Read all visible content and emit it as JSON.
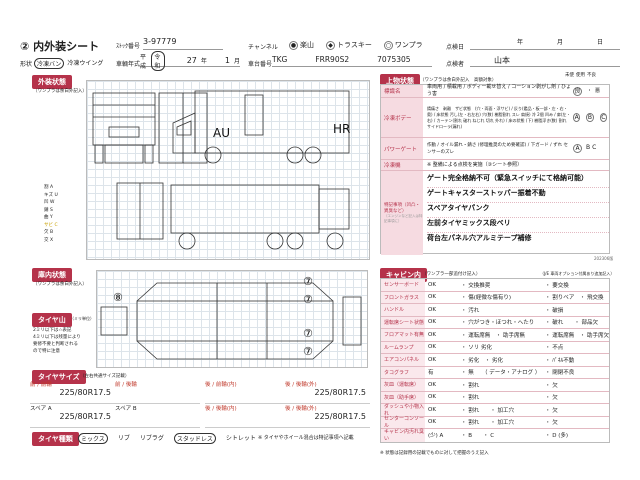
{
  "header": {
    "number": "②",
    "title": "内外装シート",
    "stock_label": "ｽﾄｯｸ番号",
    "stock_no": "3-97779",
    "channel_label": "チャンネル",
    "channels": [
      "楽山",
      "トラスキー",
      "ワンプラ"
    ],
    "inspection_date_label": "点検日",
    "date_year": "年",
    "date_month": "月",
    "date_day": "日",
    "shape_label": "形状",
    "shape_options": [
      "冷凍バン",
      "冷凍ウイング"
    ],
    "model_year_label": "車輌年式",
    "era": "平成",
    "era_alt": "令和",
    "year_value": "27",
    "year_unit": "年",
    "month_value": "1",
    "month_unit": "月",
    "vehicle_no_label": "車台番号",
    "vehicle_prefix": "TKG",
    "vehicle_model": "FRR90S2",
    "vehicle_serial": "7075305",
    "inspector_label": "点検者",
    "inspector": "山本"
  },
  "exterior": {
    "tab": "外装状態",
    "note": "（ワンプラは余白外記入）",
    "mark_au": "AU",
    "mark_hr": "HR",
    "legend": [
      "割",
      "キズ",
      "凹",
      "錆",
      "曲",
      "サビ",
      "欠",
      "交"
    ],
    "legend_codes": [
      "A",
      "U",
      "W",
      "S",
      "Y",
      "C",
      "B",
      "X"
    ]
  },
  "upper": {
    "tab": "上物状態",
    "note": "（ワンプラは余白外記入　高額対象）",
    "col_heads": [
      "未使",
      "使用",
      "不良"
    ],
    "rows": [
      {
        "label": "標識名",
        "text": "車両用 / 積載用 / ボディー載せ替え / コーション剥がし剤 / ひょう害",
        "marks": [
          "良",
          "・",
          "悪"
        ]
      },
      {
        "label": "冷凍ボデー",
        "text": "錆痛さ　剥離　ザビ状態　(穴・両面・浮サビ) / 反り(鑑品・板一部・左・右・奥) / 床状態 汚し(左・右左右) 穴(数) 樹脂割れ スレ 肩焼) 冷 2個 凹み / 扉(左・右) / カーテン(割れ 破れ ねじれ 切れ 外れ) / 床の状態 (下) 樹脂浮き(数) 割れ サイドローラ(漏れ)",
        "marks": [
          "A",
          "B",
          "C"
        ]
      },
      {
        "label": "パワーゲート",
        "text": "作動 / オイル漏れ・錆さ (修理推奨のため要確認) / 下ガード / ずれ センサーのズレ",
        "marks": [
          "A",
          "B",
          "C"
        ]
      },
      {
        "label": "冷凍機",
        "text": "※ 整備による点検を実施（③シート参照）",
        "marks": []
      }
    ],
    "special_label": "特記事項（凹凸・異臭など）",
    "special_note": "（エンジンなど記入は特記事項に）",
    "special_items": [
      "ゲート完全格納不可（緊急スイッチにて格納可能）",
      "ゲートキャスターストッパー振着不動",
      "スペアタイヤパンク",
      "左前タイヤミックス段ベリ",
      "荷台左パネル穴アルミテープ補修"
    ],
    "form_code": "202306版"
  },
  "interior": {
    "tab": "庫内状態",
    "note": "（ワンプラは余白外記入）",
    "circle_nums": [
      "⑧",
      "⑦",
      "⑦",
      "⑦",
      "⑦"
    ]
  },
  "tire_depth": {
    "tab": "タイヤ山",
    "tab_note": "（ミリ単位）",
    "notes": [
      "2ミリ以下は☆表記",
      "4ミリ以下は残量により",
      "要修不要と判断される",
      "ので特に注意"
    ]
  },
  "tire_size": {
    "tab": "タイヤサイズ",
    "tab_note": "（左右共通サイズ記載）",
    "cells": [
      {
        "label": "前 / 前輪",
        "value": "225/80R17.5"
      },
      {
        "label": "前 / 後輪",
        "value": ""
      },
      {
        "label": "後 / 前輪(内)",
        "value": ""
      },
      {
        "label": "後 / 後輪(外)",
        "value": "225/80R17.5"
      },
      {
        "label": "スペア A",
        "value": "225/80R17.5"
      },
      {
        "label": "スペア B",
        "value": ""
      },
      {
        "label": "後 / 後輪(内)",
        "value": ""
      },
      {
        "label": "後 / 後輪(外)",
        "value": "225/80R17.5"
      }
    ]
  },
  "tire_type": {
    "tab": "タイヤ種類",
    "options": [
      "ミックス",
      "リブ",
      "リブラグ",
      "スタッドレス",
      "シトレット"
    ],
    "note": "※ タイヤやホイール混合は特記事項へ記載"
  },
  "cabin": {
    "tab": "キャビン内",
    "note": "（ワンプラ一部追付け記入）",
    "note_right": "（J/E 車両オプション付属あり追加記入）",
    "rows": [
      {
        "label": "センサーボード",
        "opt": "OK",
        "items": "・ 交換推奨",
        "tail": "・ 要交換"
      },
      {
        "label": "フロントガラス",
        "opt": "OK",
        "items": "・ 傷(経微な傷有り)",
        "tail": "・ 割りベア　・ 飛交換"
      },
      {
        "label": "ハンドル",
        "opt": "OK",
        "items": "・ 汚れ",
        "tail": "・ 破損"
      },
      {
        "label": "運転席シート状態",
        "opt": "OK",
        "items": "・ 穴がつき・ほつれ・へたり",
        "tail": "・ 破れ　　・ 部品欠"
      },
      {
        "label": "フロアマット有無",
        "opt": "OK",
        "items": "・ 運転席無　・ 助手席無",
        "tail": "・ 運転席無　・ 助手席欠"
      },
      {
        "label": "ルームランプ",
        "opt": "OK",
        "items": "・ ソリ 劣化",
        "tail": "・ 不点"
      },
      {
        "label": "エアコンパネル",
        "opt": "OK",
        "items": "・ 劣化　・ 劣化",
        "tail": "・ ﾊﾟﾈﾙ不動"
      },
      {
        "label": "タコグラフ",
        "opt": "有",
        "items": "・ 無　　（ データ・アナログ ）",
        "tail": "・ 閉閉不良"
      },
      {
        "label": "灰皿（運転席）",
        "opt": "OK",
        "items": "・ 割れ",
        "tail": "・ 欠"
      },
      {
        "label": "灰皿（助手席）",
        "opt": "OK",
        "items": "・ 割れ",
        "tail": "・ 欠"
      },
      {
        "label": "ダッシュや小物入れ",
        "opt": "OK",
        "items": "・ 割れ　　・ 加工穴",
        "tail": "・ 欠"
      },
      {
        "label": "センターコンソール",
        "opt": "OK",
        "items": "・ 割れ　　・ 加工穴",
        "tail": "・ 欠"
      },
      {
        "label": "キャビン内汚れ臭い",
        "opt": "(少) A",
        "items": "・ B　　・ C",
        "tail": "・ D (多)"
      }
    ],
    "footer": "※ 状態は記録用の記載でものに対して把握のうえ記入"
  }
}
